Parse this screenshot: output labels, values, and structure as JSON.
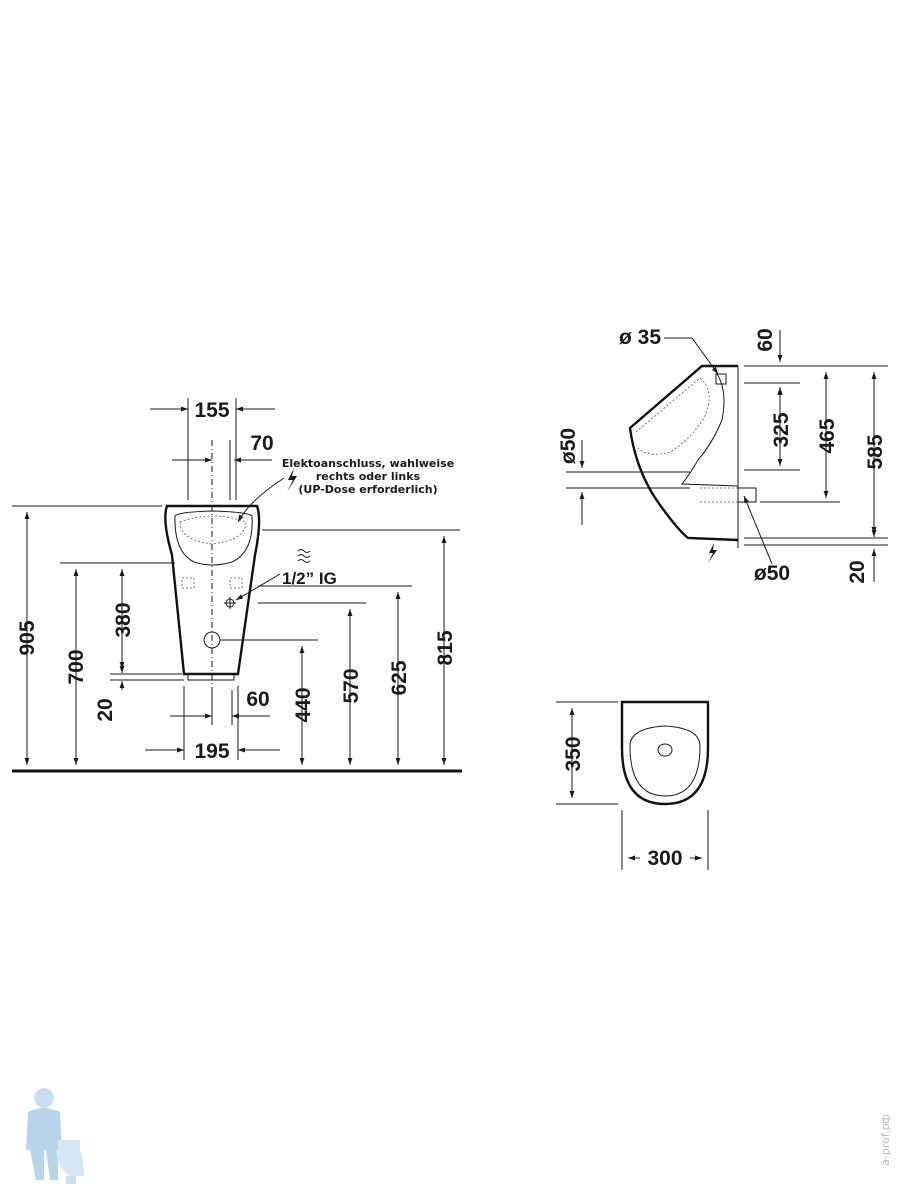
{
  "front_view": {
    "dims": {
      "d155": "155",
      "d70": "70",
      "d905": "905",
      "d700": "700",
      "d380": "380",
      "d20": "20",
      "d60": "60",
      "d195": "195",
      "d440": "440",
      "d570": "570",
      "d625": "625",
      "d815": "815"
    },
    "electric_note": {
      "line1": "Elektoanschluss, wahlweise",
      "line2": "rechts oder links",
      "line3": "(UP-Dose erforderlich)"
    },
    "water_label": "1/2” IG"
  },
  "side_view": {
    "dims": {
      "dia35": "ø 35",
      "d60": "60",
      "dia50_top": "ø50",
      "d325": "325",
      "d465": "465",
      "d585": "585",
      "dia50_bottom": "ø50",
      "d20": "20"
    }
  },
  "top_view": {
    "dims": {
      "d350": "350",
      "d300": "300"
    }
  },
  "watermark": {
    "text": "a-prof.рф"
  },
  "colors": {
    "line": "#1a1a1a",
    "watermark": "#b9bec4",
    "mascot_blue": "#7fb2dc"
  }
}
